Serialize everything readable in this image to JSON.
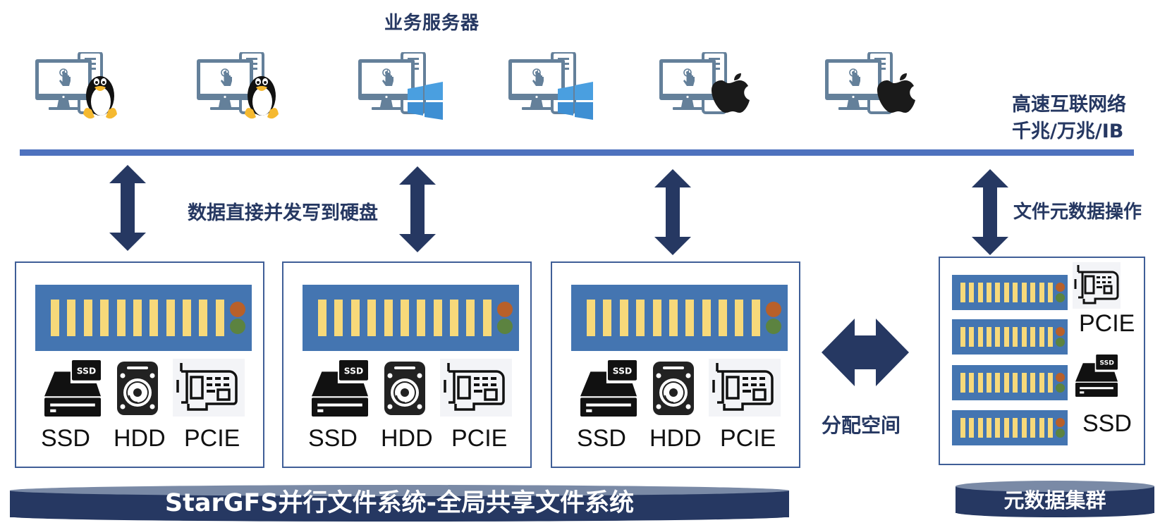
{
  "header": {
    "title": "业务服务器",
    "network_line1": "高速互联网络",
    "network_line2": "千兆/万兆/IB"
  },
  "clients": [
    {
      "os": "linux"
    },
    {
      "os": "linux"
    },
    {
      "os": "windows"
    },
    {
      "os": "windows"
    },
    {
      "os": "macos"
    },
    {
      "os": "macos"
    }
  ],
  "flows": {
    "data_write": "数据直接并发写到硬盘",
    "metadata_ops": "文件元数据操作",
    "allocate_space": "分配空间"
  },
  "storage_nodes": [
    {
      "devices": [
        "SSD",
        "HDD",
        "PCIE"
      ]
    },
    {
      "devices": [
        "SSD",
        "HDD",
        "PCIE"
      ]
    },
    {
      "devices": [
        "SSD",
        "HDD",
        "PCIE"
      ]
    }
  ],
  "metadata_cluster": {
    "server_count": 4,
    "devices": [
      "PCIE",
      "SSD"
    ],
    "ssd_badge": "SSD"
  },
  "ssd_badge": "SSD",
  "footer": {
    "filesystem_banner": "StarGFS并行文件系统-全局共享文件系统",
    "metadata_banner": "元数据集群"
  },
  "colors": {
    "navy": "#263862",
    "bus_blue": "#4e72be",
    "server_blue": "#4475b1",
    "slot_yellow": "#f7d97a",
    "led_orange": "#b8602a",
    "led_green": "#5c8340"
  }
}
